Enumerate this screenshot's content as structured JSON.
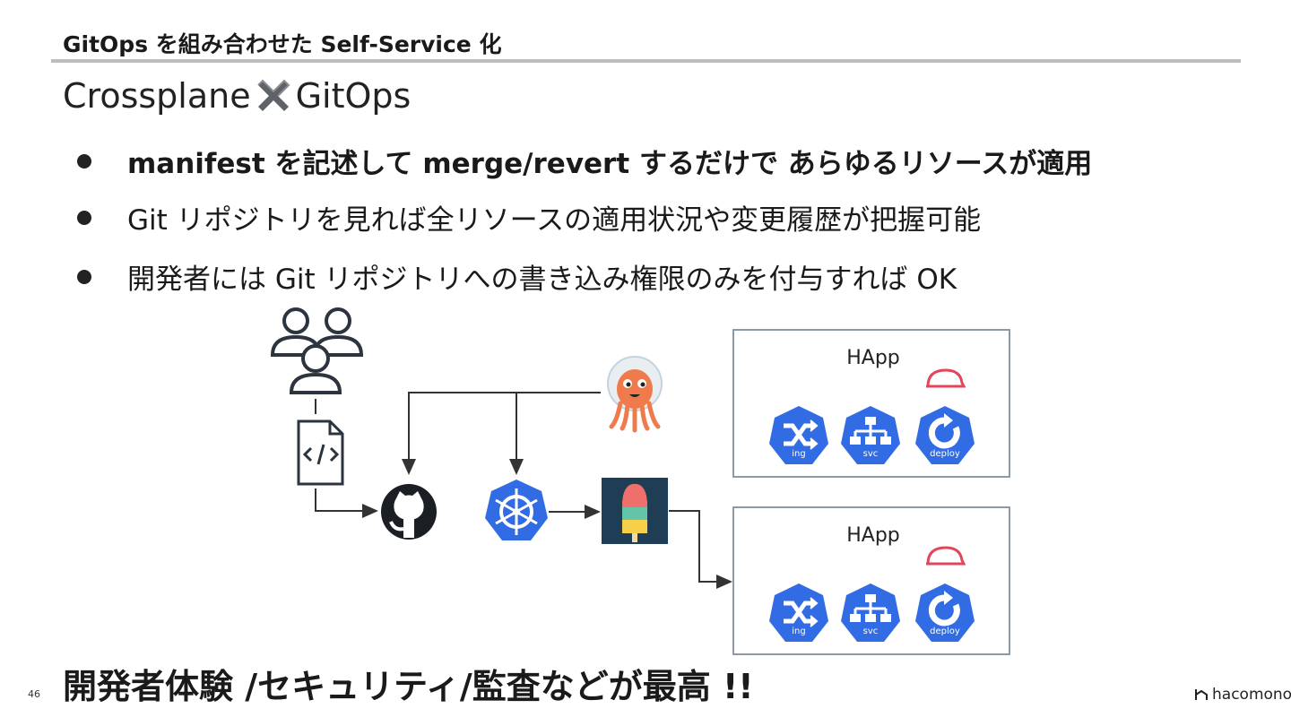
{
  "header": {
    "title": "GitOps を組み合わせた  Self-Service 化"
  },
  "subtitle": {
    "left": "Crossplane",
    "right": "GitOps",
    "separator_icon": "heavy-x-icon"
  },
  "bullets": [
    {
      "text": "manifest を記述して  merge/revert するだけで あらゆるリソースが適用"
    },
    {
      "text": "Git リポジトリを見れば全リソースの適用状況や変更履歴が把握可能"
    },
    {
      "text": "開発者には Git リポジトリへの書き込み権限のみを付与すれば OK"
    }
  ],
  "diagram": {
    "icons": [
      "users-icon",
      "code-file-icon",
      "github-icon",
      "kubernetes-icon",
      "argo-cd-icon",
      "crossplane-icon"
    ],
    "happ_boxes": [
      {
        "label": "HApp",
        "resources": [
          "ing",
          "svc",
          "deploy"
        ]
      },
      {
        "label": "HApp",
        "resources": [
          "ing",
          "svc",
          "deploy"
        ]
      }
    ],
    "colors": {
      "k8s_blue": "#326ce5",
      "helmet_red": "#e0475b",
      "argo_orange": "#ef7b4d",
      "crossplane_bg": "#1f3e55"
    }
  },
  "footer": {
    "message": "開発者体験 /セキュリティ/監査などが最高 !!",
    "page_number": "46",
    "logo": "hacomono"
  }
}
